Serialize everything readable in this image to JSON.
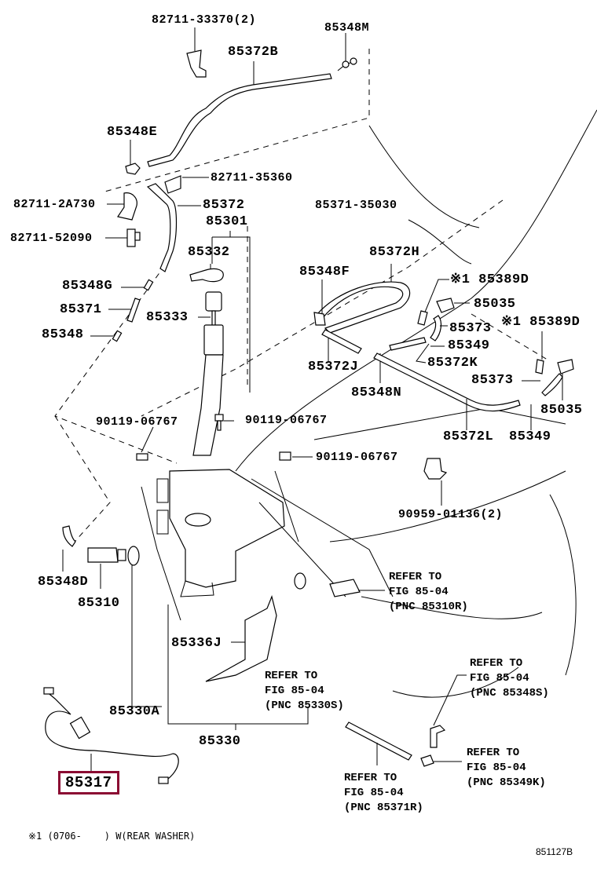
{
  "diagram": {
    "title": "Windshield washer assembly parts diagram",
    "highlight_color": "#8b0a32",
    "figure_id": "851127B",
    "footnote": "※1 (0706-    ) W(REAR WASHER)",
    "highlighted_part": "85317",
    "labels": {
      "p82711_33370": "82711-33370(2)",
      "p85348M": "85348M",
      "p85372B": "85372B",
      "p85348E": "85348E",
      "p82711_35360": "82711-35360",
      "p82711_2A730": "82711-2A730",
      "p85372": "85372",
      "p85301": "85301",
      "p82711_52090": "82711-52090",
      "p85332": "85332",
      "p85348G": "85348G",
      "p85371": "85371",
      "p85333": "85333",
      "p85348": "85348",
      "p85371_35030": "85371-35030",
      "p85372H": "85372H",
      "p85348F": "85348F",
      "p85389D_1": "※1 85389D",
      "p85035_1": "85035",
      "p85373_1": "85373",
      "p85389D_2": "※1 85389D",
      "p85349_1": "85349",
      "p85372J": "85372J",
      "p85372K": "85372K",
      "p85348N": "85348N",
      "p85373_2": "85373",
      "p85035_2": "85035",
      "p85372L": "85372L",
      "p85349_2": "85349",
      "p90119_a": "90119-06767",
      "p90119_b": "90119-06767",
      "p90119_c": "90119-06767",
      "p90959": "90959-01136(2)",
      "p85348D": "85348D",
      "p85310": "85310",
      "p85336J": "85336J",
      "p85330A": "85330A",
      "p85330": "85330",
      "p85317": "85317"
    },
    "references": [
      {
        "id": "ref_85310R",
        "text": "REFER TO\nFIG 85-04\n(PNC 85310R)"
      },
      {
        "id": "ref_85330S",
        "text": "REFER TO\nFIG 85-04\n(PNC 85330S)"
      },
      {
        "id": "ref_85348S",
        "text": "REFER TO\nFIG 85-04\n(PNC 85348S)"
      },
      {
        "id": "ref_85349K",
        "text": "REFER TO\nFIG 85-04\n(PNC 85349K)"
      },
      {
        "id": "ref_85371R",
        "text": "REFER TO\nFIG 85-04\n(PNC 85371R)"
      }
    ]
  }
}
